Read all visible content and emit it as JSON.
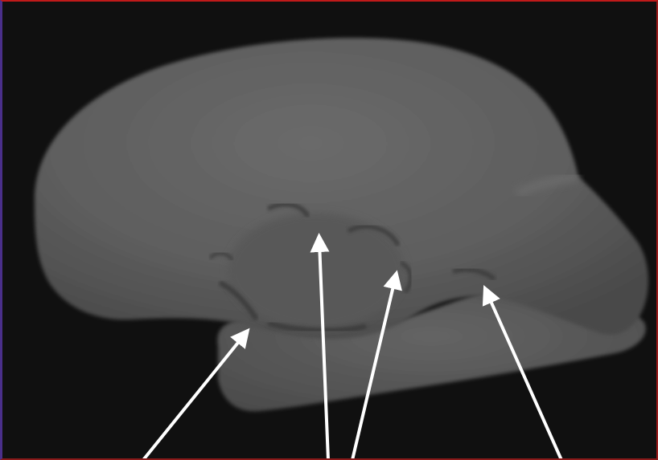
{
  "image": {
    "subject": "brain-hemisphere-medial-surface-render",
    "background_color": "#101010",
    "surface_color": "#5f5f5f",
    "arrow_color": "#ffffff",
    "frame_colors": {
      "top": "#c01a1a",
      "left": "#4a2f8a",
      "right": "#9a1a1a",
      "bottom": "#8a1a1a"
    },
    "arrows": [
      {
        "name": "arrow-temporal-lobe"
      },
      {
        "name": "arrow-thalamus"
      },
      {
        "name": "arrow-midbrain"
      },
      {
        "name": "arrow-occipital-sulcus"
      }
    ]
  }
}
